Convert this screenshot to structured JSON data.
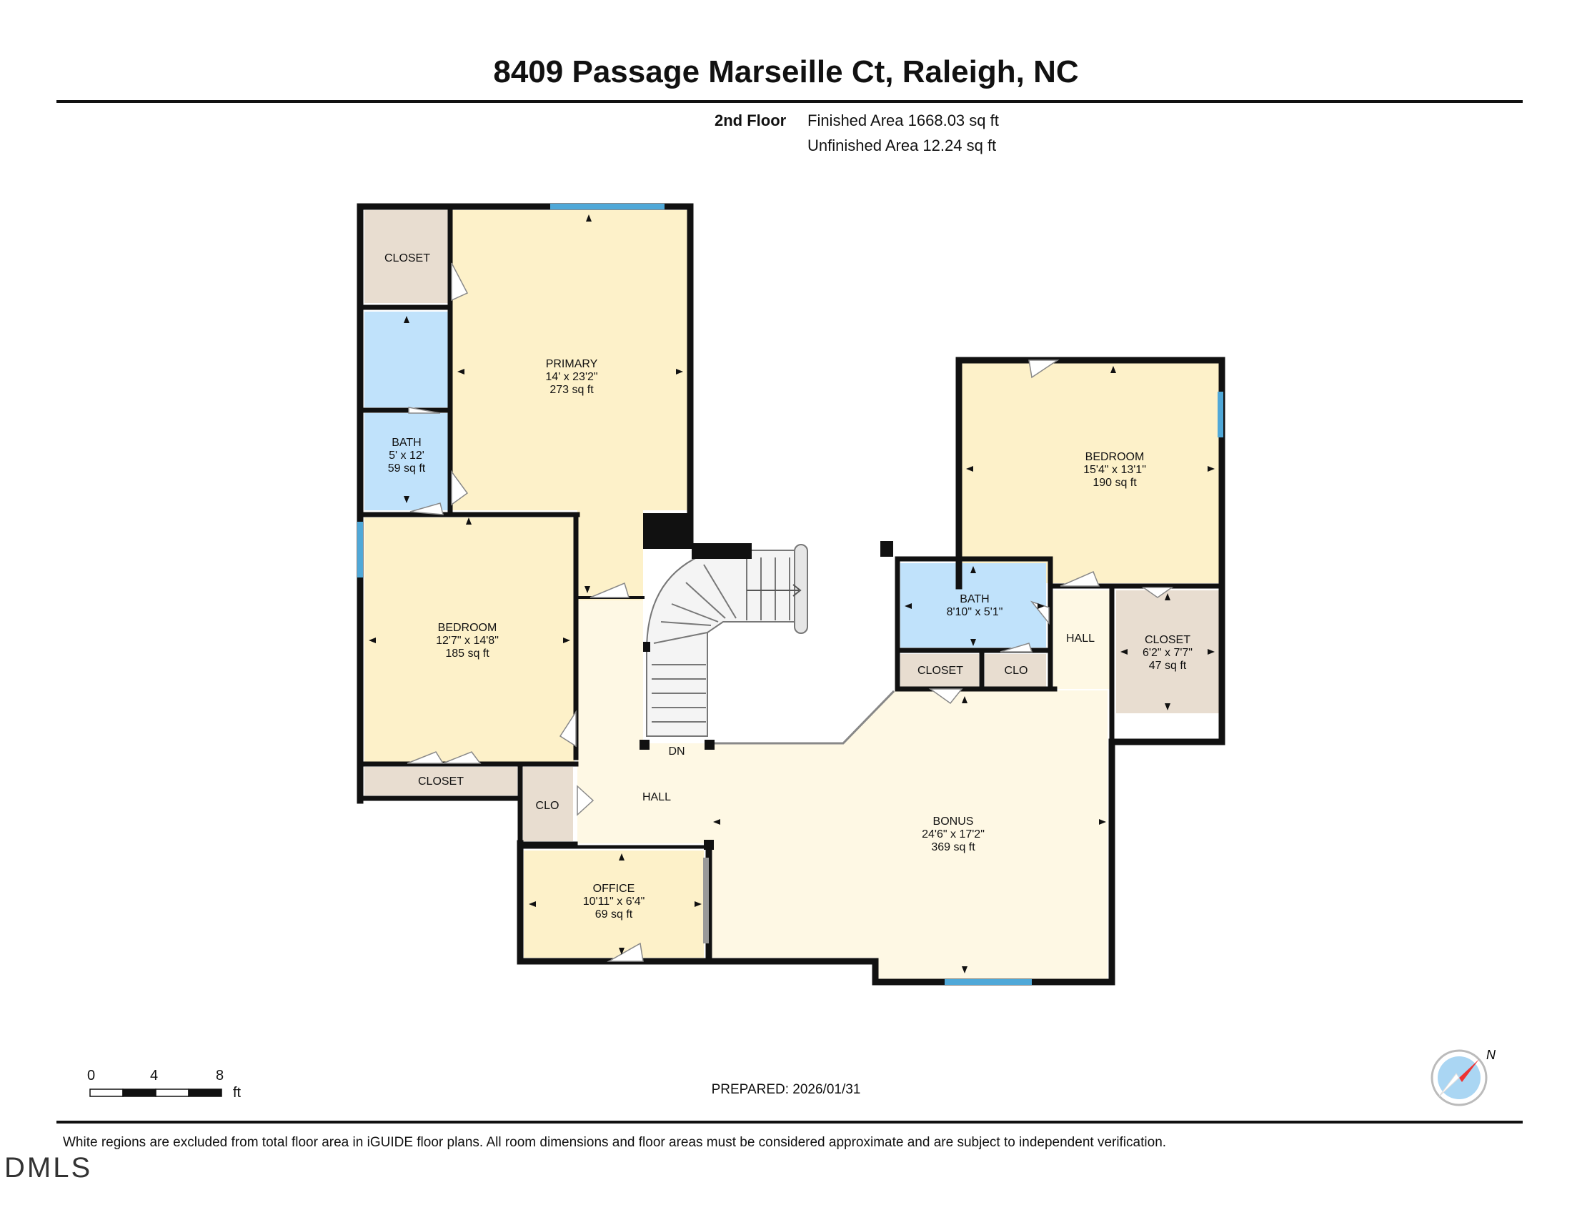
{
  "header": {
    "title": "8409 Passage Marseille Ct, Raleigh, NC",
    "floor": "2nd Floor",
    "finished_area": "Finished Area 1668.03 sq ft",
    "unfinished_area": "Unfinished Area 12.24 sq ft"
  },
  "rooms": {
    "primary": {
      "name": "PRIMARY",
      "dims": "14' x 23'2\"",
      "area": "273 sq ft"
    },
    "bath1": {
      "name": "BATH",
      "dims": "5' x 12'",
      "area": "59 sq ft"
    },
    "closet_primary": {
      "name": "CLOSET"
    },
    "bedroom1": {
      "name": "BEDROOM",
      "dims": "12'7\" x 14'8\"",
      "area": "185 sq ft"
    },
    "closet_bedroom1": {
      "name": "CLOSET"
    },
    "clo_hall": {
      "name": "CLO"
    },
    "hall_left": {
      "name": "HALL"
    },
    "office": {
      "name": "OFFICE",
      "dims": "10'11\" x 6'4\"",
      "area": "69 sq ft"
    },
    "stairs": {
      "name": "DN"
    },
    "bonus": {
      "name": "BONUS",
      "dims": "24'6\" x 17'2\"",
      "area": "369 sq ft"
    },
    "bedroom2": {
      "name": "BEDROOM",
      "dims": "15'4\" x 13'1\"",
      "area": "190 sq ft"
    },
    "bath2": {
      "name": "BATH",
      "dims": "8'10\" x 5'1\""
    },
    "closet_bath2": {
      "name": "CLOSET"
    },
    "clo_bath2": {
      "name": "CLO"
    },
    "hall_right": {
      "name": "HALL"
    },
    "closet_bedroom2": {
      "name": "CLOSET",
      "dims": "6'2\" x 7'7\"",
      "area": "47 sq ft"
    }
  },
  "scale": {
    "ticks": [
      "0",
      "4",
      "8"
    ],
    "unit": "ft"
  },
  "compass": {
    "letter": "N",
    "icon": "compass-icon"
  },
  "footer": {
    "prepared": "PREPARED: 2026/01/31",
    "disclaimer": "White regions are excluded from total floor area in iGUIDE floor plans. All room dimensions and floor areas must be considered approximate and are subject to independent verification.",
    "brand": "DMLS"
  },
  "colors": {
    "bedroom": "#fdf1c9",
    "bath": "#c0e2fb",
    "closet": "#e8ddd0",
    "hall": "#fef8e4",
    "wall": "#111111",
    "window": "#4fa8d8"
  }
}
